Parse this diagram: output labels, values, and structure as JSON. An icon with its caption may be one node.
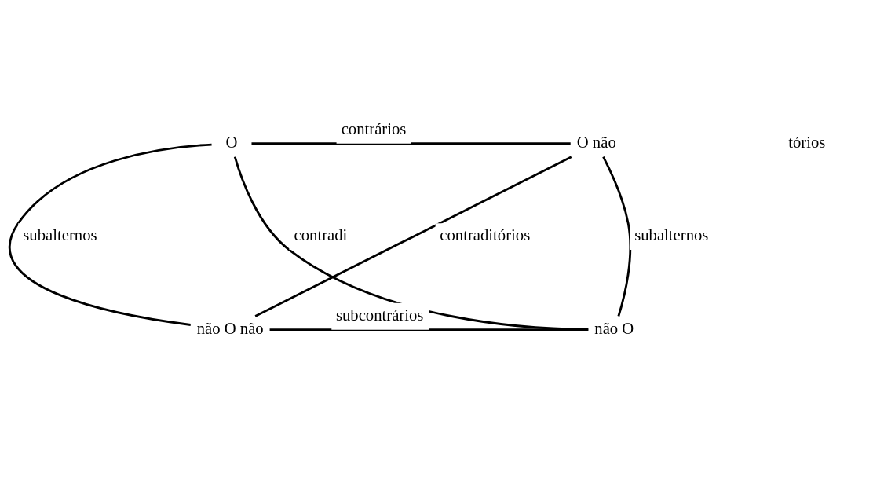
{
  "diagram": {
    "nodes": [
      {
        "text": [
          "O"
        ]
      },
      {
        "text": [
          "O não"
        ]
      },
      {
        "text": [
          "não O não"
        ]
      },
      {
        "text": [
          "não O"
        ]
      }
    ],
    "edges": [
      {
        "from": 0,
        "to": 1,
        "arrow": "none",
        "label": "contrários"
      },
      {
        "from": 0,
        "to": 2,
        "arrow": "none",
        "label": "subalternos"
      },
      {
        "from": 1,
        "to": 3,
        "arrow": "none",
        "label": "subalternos"
      },
      {
        "from": 0,
        "to": 3,
        "arrow": "none",
        "label": "contradi"
      },
      {
        "from": 1,
        "to": 2,
        "arrow": "none",
        "label": "contraditórios"
      },
      {
        "from": 2,
        "to": 3,
        "arrow": "none",
        "label": "subcontrários"
      }
    ],
    "labels": [
      "tórios"
    ]
  }
}
